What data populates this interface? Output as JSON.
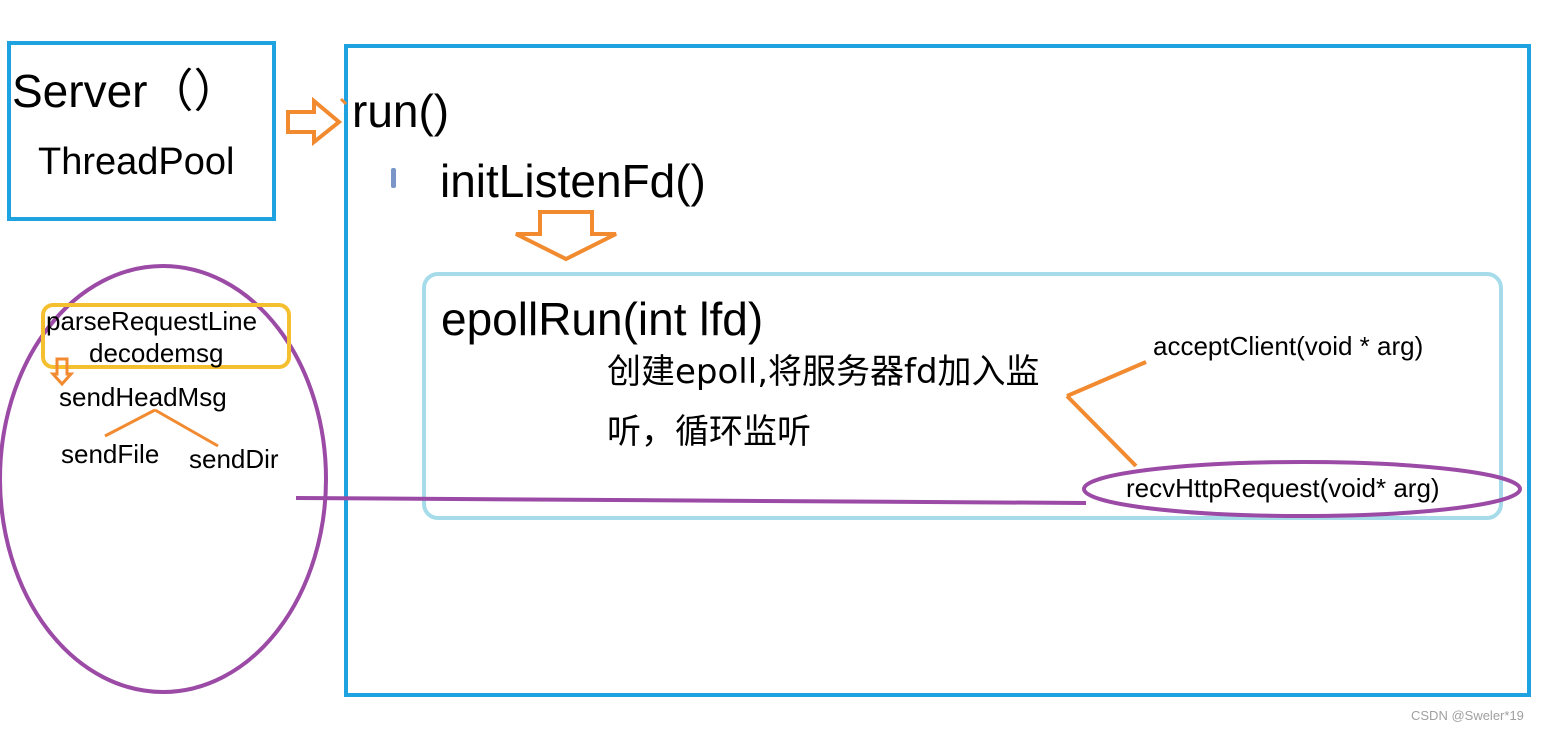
{
  "server_box": {
    "title": "Server（）",
    "subtitle": "ThreadPool"
  },
  "run_box": {
    "run_label": "run()",
    "init_label": "initListenFd()",
    "epoll_box": {
      "title": "epollRun(int lfd)",
      "description_line1": "创建epoll,将服务器fd加入监",
      "description_line2": "听，循环监听",
      "accept_label": "acceptClient(void * arg)",
      "recv_label": "recvHttpRequest(void* arg)"
    }
  },
  "request_ellipse": {
    "parse_label": "parseRequestLine",
    "decode_label": "decodemsg",
    "send_head_label": "sendHeadMsg",
    "send_file_label": "sendFile",
    "send_dir_label": "sendDir"
  },
  "watermark": "CSDN @Sweler*19",
  "colors": {
    "blue_box": "#1fa2e0",
    "light_blue_box": "#a6dcea",
    "orange": "#f28a30",
    "purple": "#9b4aa5",
    "yellow": "#f5c030",
    "bullet": "#7a96c8"
  }
}
